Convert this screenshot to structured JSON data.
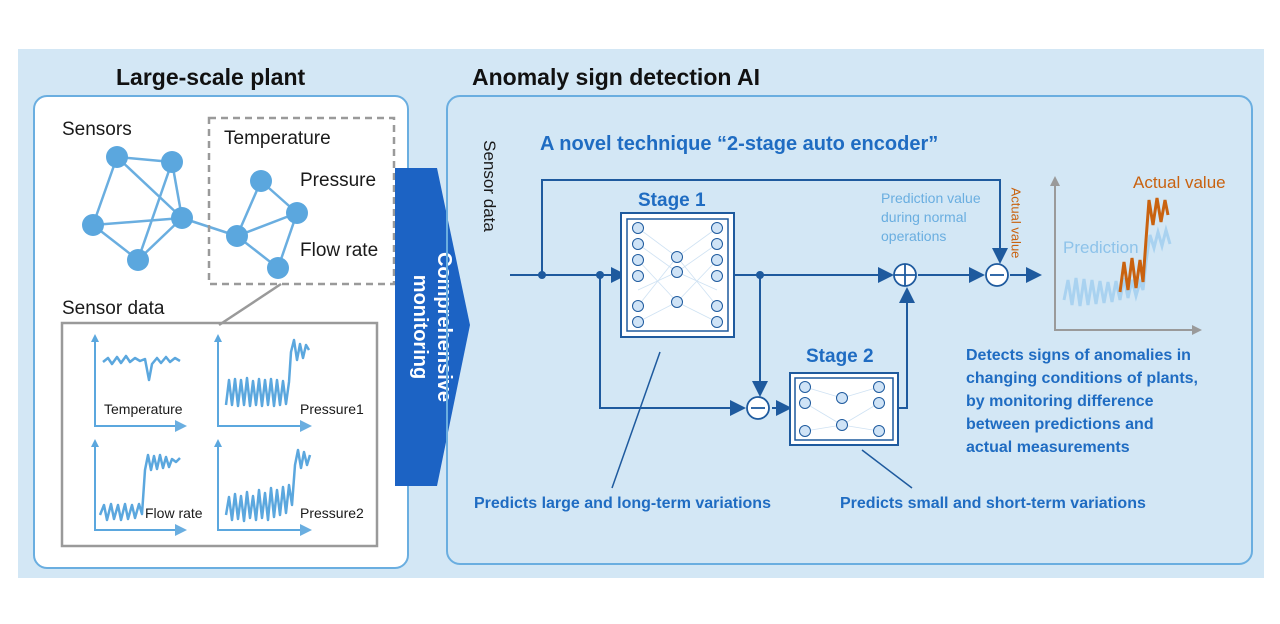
{
  "left": {
    "title": "Large-scale plant",
    "sensors_label": "Sensors",
    "group_labels": {
      "temperature": "Temperature",
      "pressure": "Pressure",
      "flow_rate": "Flow rate"
    },
    "sensor_data_label": "Sensor data",
    "mini_charts": [
      "Temperature",
      "Pressure1",
      "Flow rate",
      "Pressure2"
    ]
  },
  "arrow": {
    "line1": "Comprehensive",
    "line2": "monitoring"
  },
  "right": {
    "title": "Anomaly sign detection AI",
    "sensor_data_label": "Sensor data",
    "technique": "A novel technique “2-stage auto encoder”",
    "stage1": "Stage 1",
    "stage2": "Stage 2",
    "prediction_note": [
      "Prediction value",
      "during normal",
      "operations"
    ],
    "actual_value_vertical": "Actual value",
    "chart_actual": "Actual value",
    "chart_prediction": "Prediction",
    "caption_stage1": "Predicts large and long-term variations",
    "caption_stage2": "Predicts small and short-term variations",
    "detects": [
      "Detects signs of anomalies in",
      "changing conditions of plants,",
      "by monitoring difference",
      "between predictions and",
      "actual measurements"
    ]
  },
  "colors": {
    "accent_blue": "#1f6cc2",
    "light_blue": "#6aaee0",
    "orange": "#c9620f",
    "background": "#d3e7f5"
  }
}
